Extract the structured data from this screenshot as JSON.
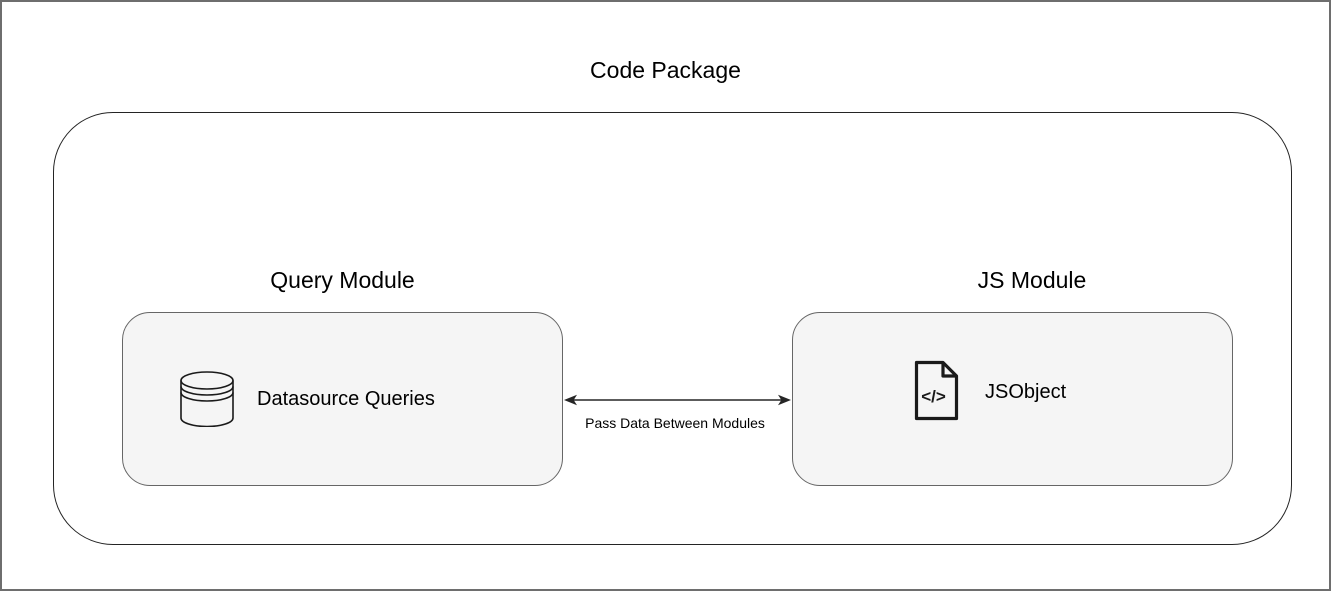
{
  "diagram": {
    "title": "Code Package",
    "container": {
      "name": "code-package-boundary"
    },
    "nodes": [
      {
        "id": "query-module",
        "label": "Query Module",
        "content": "Datasource Queries",
        "icon": "database-icon"
      },
      {
        "id": "js-module",
        "label": "JS Module",
        "content": "JSObject",
        "icon": "code-file-icon"
      }
    ],
    "connector": {
      "label": "Pass Data Between Modules",
      "type": "bidirectional-arrow"
    },
    "code_glyph": "</>",
    "colors": {
      "background": "#ffffff",
      "frame_border": "#6e6e6e",
      "boundary_border": "#242424",
      "node_fill": "#f5f5f5",
      "node_border": "#666666",
      "stroke": "#1a1a1a"
    }
  }
}
